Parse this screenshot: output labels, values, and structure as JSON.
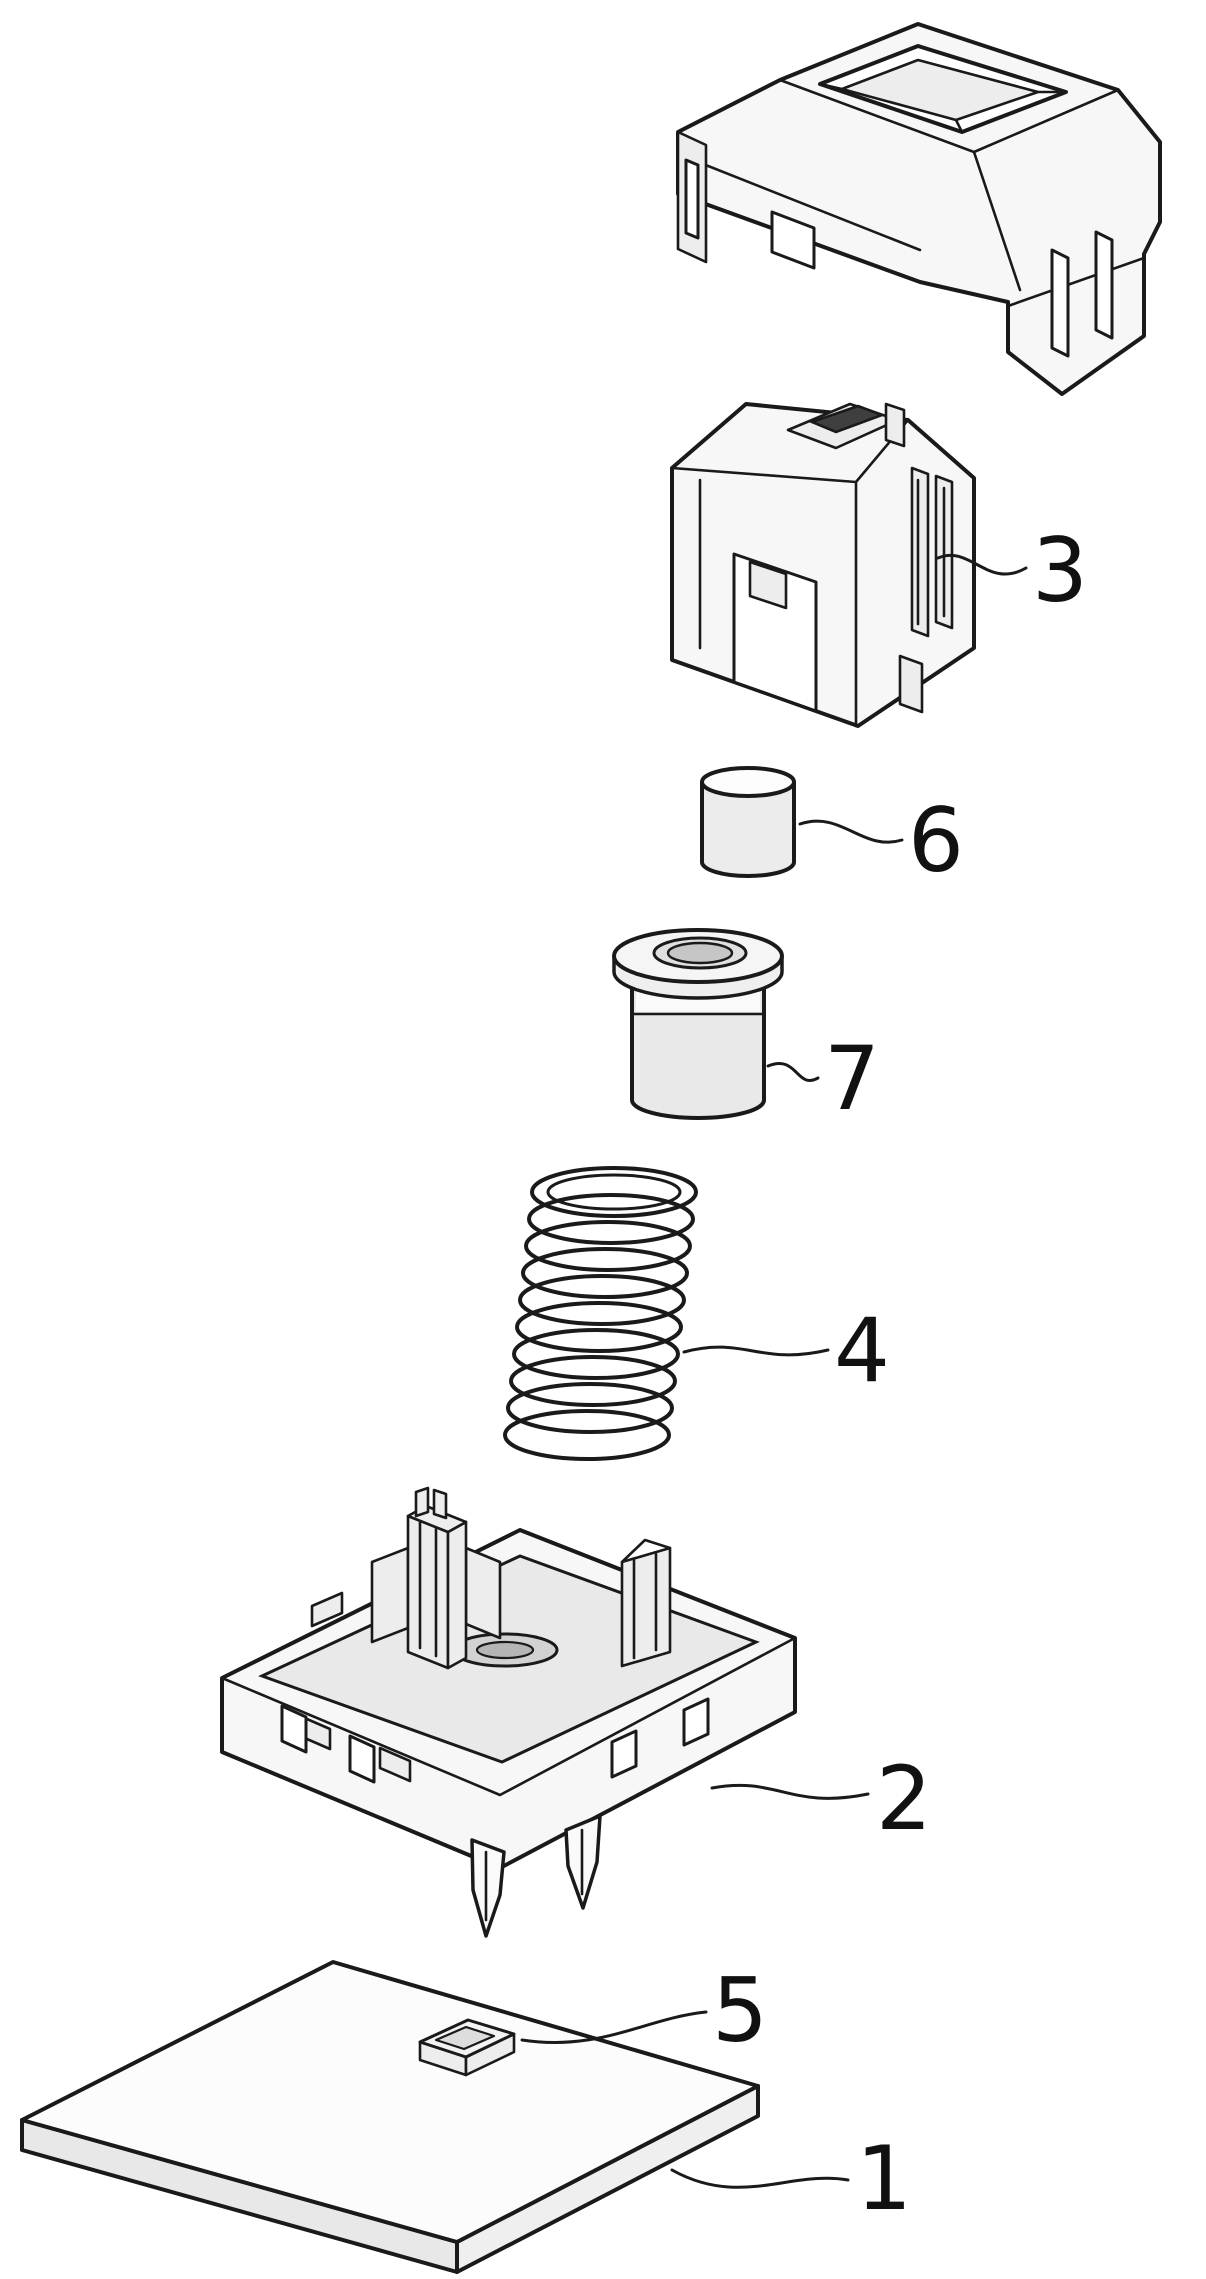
{
  "figure": {
    "background_color": "#ffffff",
    "line_color": "#1a1a1a",
    "shade_light": "#f7f7f7",
    "shade_mid": "#e9e9e9",
    "shade_dark": "#3f3f3f"
  },
  "labels": {
    "part1": "1",
    "part2": "2",
    "part3": "3",
    "part4": "4",
    "part5": "5",
    "part6": "6",
    "part7": "7"
  }
}
